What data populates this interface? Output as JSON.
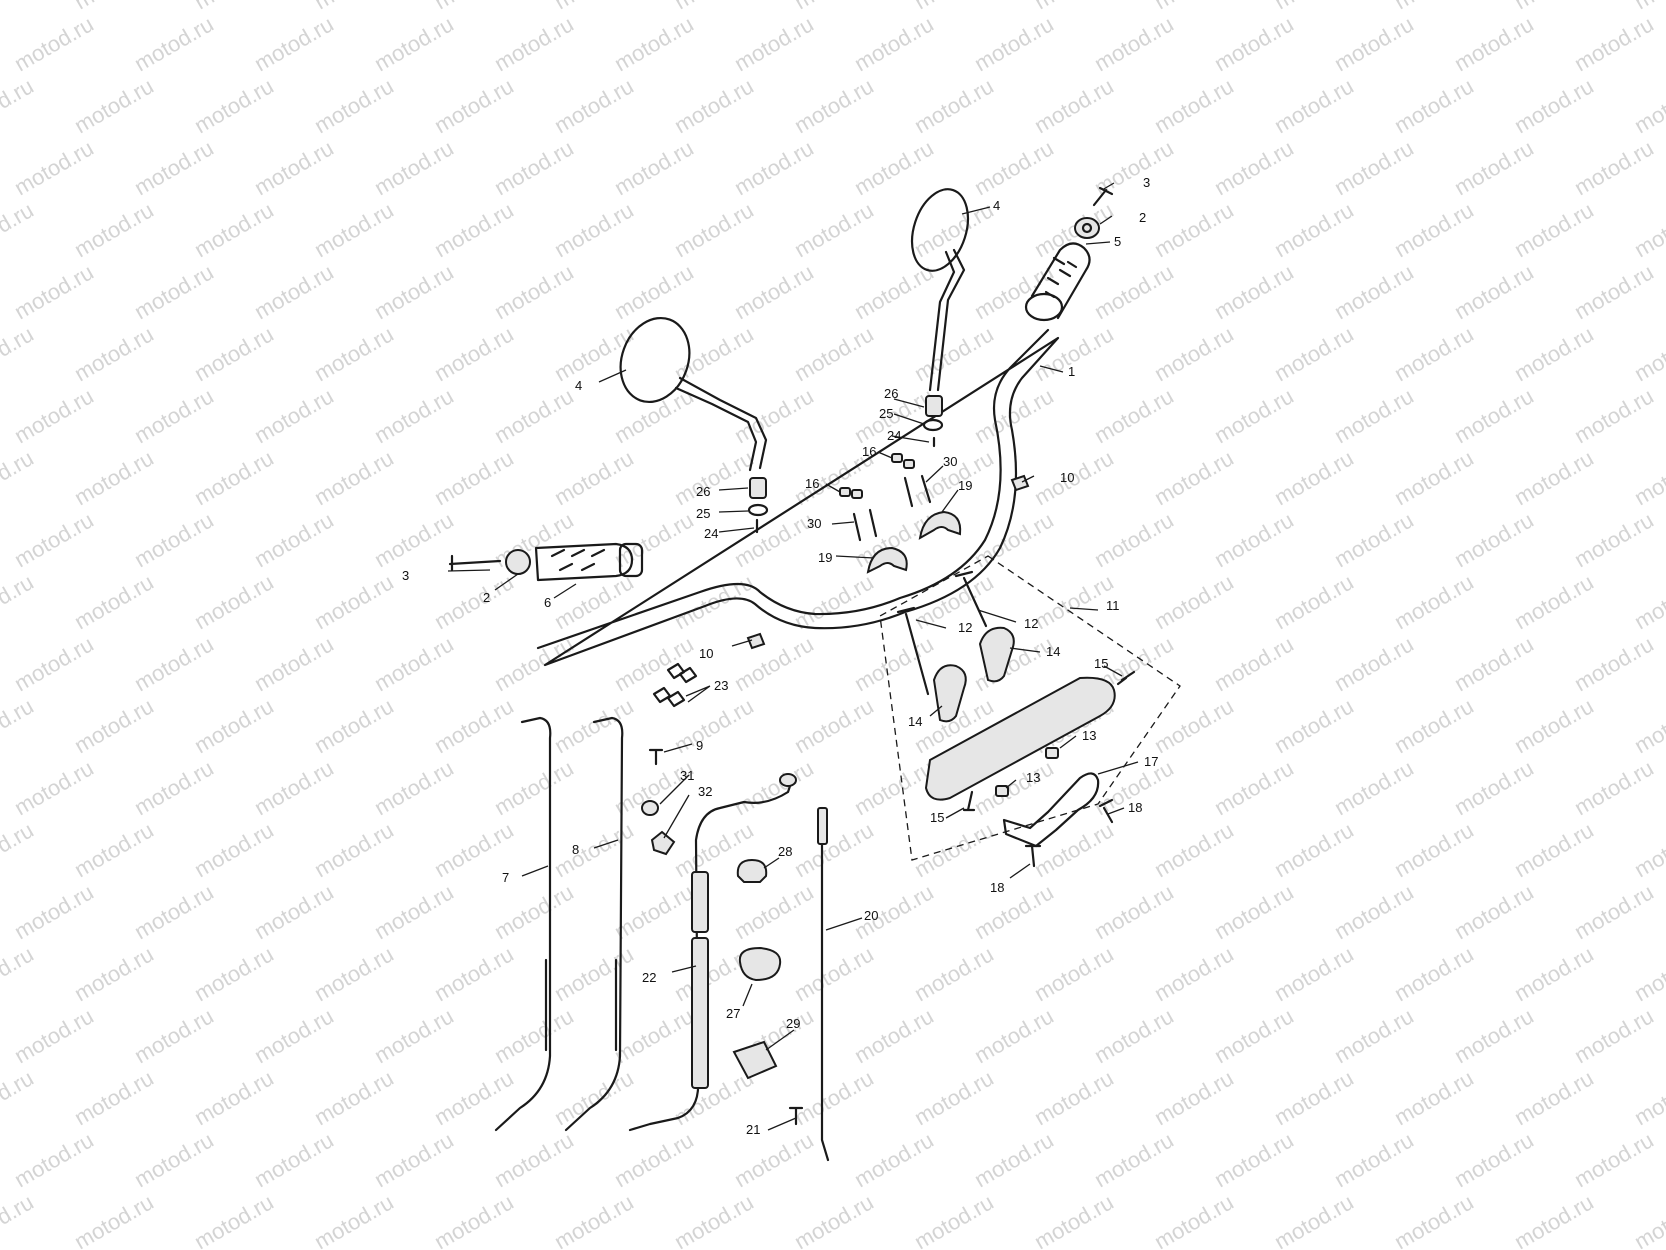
{
  "watermark": "motod.ru",
  "labels": {
    "c1": "1",
    "c2a": "2",
    "c2b": "2",
    "c3a": "3",
    "c3b": "3",
    "c4a": "4",
    "c4b": "4",
    "c5": "5",
    "c6": "6",
    "c7": "7",
    "c8": "8",
    "c9": "9",
    "c10a": "10",
    "c10b": "10",
    "c11": "11",
    "c12a": "12",
    "c12b": "12",
    "c13a": "13",
    "c13b": "13",
    "c14a": "14",
    "c14b": "14",
    "c15a": "15",
    "c15b": "15",
    "c16a": "16",
    "c16b": "16",
    "c17": "17",
    "c18a": "18",
    "c18b": "18",
    "c19a": "19",
    "c19b": "19",
    "c20": "20",
    "c21": "21",
    "c22": "22",
    "c23": "23",
    "c24a": "24",
    "c24b": "24",
    "c25a": "25",
    "c25b": "25",
    "c26a": "26",
    "c26b": "26",
    "c27": "27",
    "c28": "28",
    "c29": "29",
    "c30a": "30",
    "c30b": "30",
    "c31": "31",
    "c32": "32"
  }
}
